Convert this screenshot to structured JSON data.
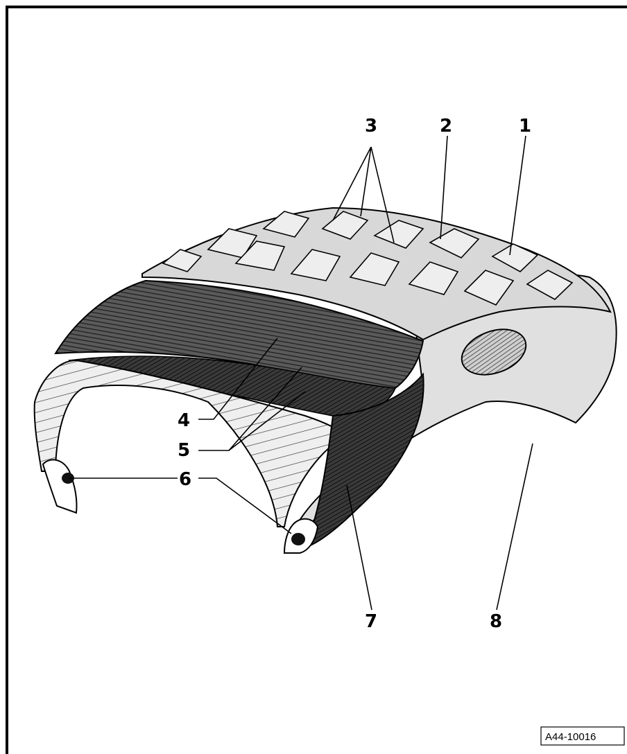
{
  "callouts": {
    "c1": "1",
    "c2": "2",
    "c3": "3",
    "c4": "4",
    "c5": "5",
    "c6": "6",
    "c7": "7",
    "c8": "8"
  },
  "figure_ref": "A44-10016",
  "colors": {
    "ink": "#000000",
    "tread": "#d8d8d8",
    "sidewall": "#e0e0e0",
    "belt": "#4a4a4a",
    "carcass": "#2e2e2e"
  }
}
